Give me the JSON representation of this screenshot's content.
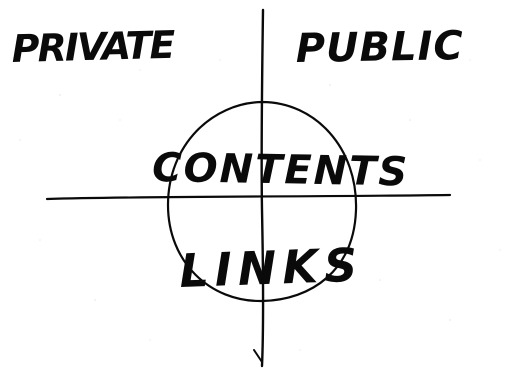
{
  "labels": {
    "top_left": "PRIVATE",
    "top_right": "PUBLIC",
    "center_upper": "CONTENTS",
    "center_lower": "LINKS"
  },
  "colors": {
    "ink": "#0a0a0a",
    "paper": "#ffffff"
  }
}
